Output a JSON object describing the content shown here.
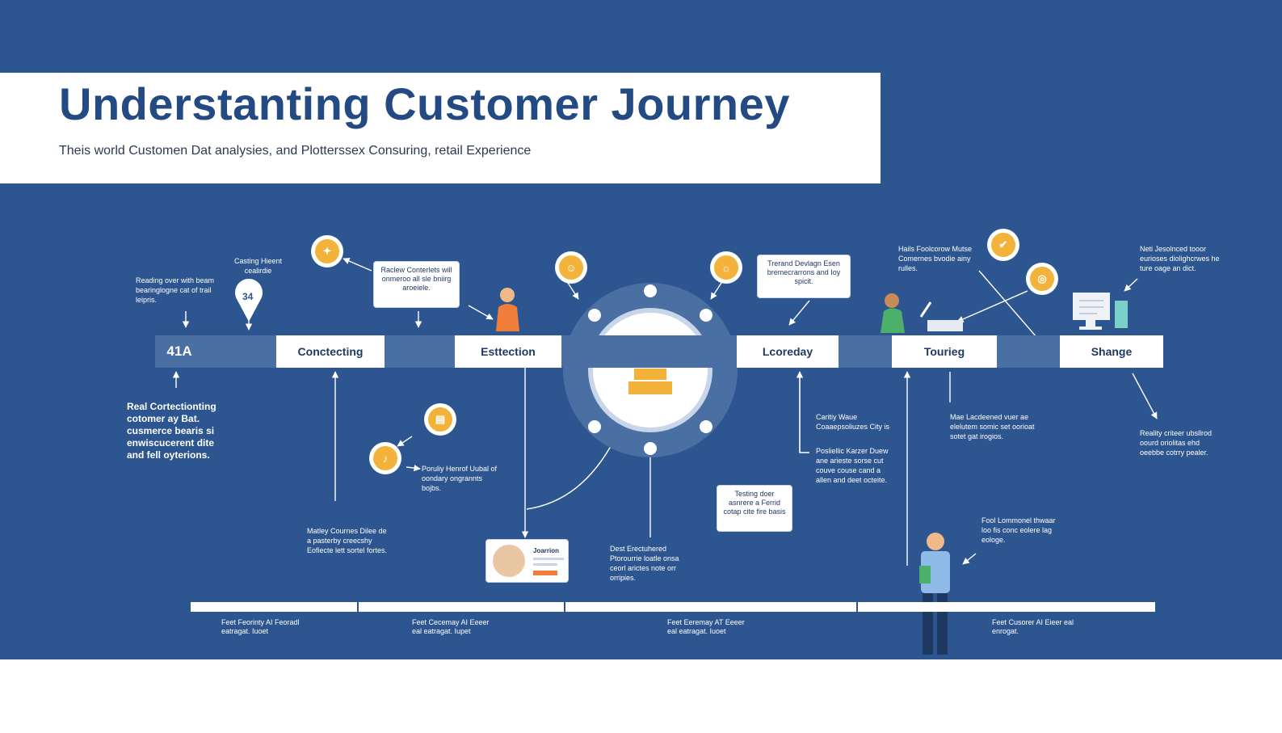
{
  "header": {
    "title": "Understanting Customer Journey",
    "subtitle": "Theis world Customen Dat analysies, and Plotterssex Consuring, retail Experience"
  },
  "stages": [
    "41A",
    "Conctecting",
    "Esttection",
    "Lcoreday",
    "Tourieg",
    "Shange"
  ],
  "notes": {
    "top_left": "Reading over with beam bearinglogne cat of trail leipris.",
    "casting": "Casting Hieent cealirdie",
    "pin": "34",
    "left_big": "Real Cortectionting cotomer ay Bat. cusmerce bearis si enwiscucerent dite and fell oyterions.",
    "parity": "Poruliy Henrof Uubal of oondary ongrannts bojbs.",
    "mailey": "Matley Cournes Dilee de a pasterby creecshy Eofiecte lett sortel fortes.",
    "dest": "Dest Erectuhered Ptorourrie loatle onsa ceorl arictes note orr orripies.",
    "caritily": "Caritiy Waue Coaaepsoliuzes City is",
    "poslietic": "Posliellic Karzer Duew ane arieste sorse cut couve couse cand a allen and deet octeite.",
    "hails": "Hails Foolcorow Mutse Comernes bvodie ainy rulles.",
    "mae": "Mae Lacdeened vuer ae elelutem somic set oorioat sotet gat irogios.",
    "neti": "Neti Jesolnced tooor eurioses diolighcrwes he ture oage an dict.",
    "reality": "Reality criteer ubsllrod oourd oriolitas ehd oeebbe cotrry pealer.",
    "fool": "Fool Lommonel thwaar loo fis conc eolere lag eologe."
  },
  "callouts": {
    "raclew": "Raclew Conterlets will onmeroo all sle bniirg aroeiele.",
    "trerad": "Trerand Devlagn Esen bremecrarrons and Ioy spicit.",
    "testing": "Testing doer asnrere a Ferrid cotap cite fire basis"
  },
  "profile_card": {
    "name": "Joarrion"
  },
  "timeline": [
    "Feet Feorinty AI Feoradl eatragat. Iuoet",
    "Feet Cecemay AI Eeeer eal eatragat. Iupet",
    "Feet Eeremay AT Eeeer eal eatragat. Iuoet",
    "Feet Cusorer AI Eieer eal enrogat."
  ],
  "colors": {
    "background": "#2d5590",
    "accent": "#f3b23a",
    "stage_band": "#4a6fa3",
    "title": "#234a82"
  },
  "icons": [
    "lightbulb-icon",
    "location-pin-icon",
    "coin-icon",
    "podium-icon",
    "person-icon",
    "computer-icon"
  ]
}
